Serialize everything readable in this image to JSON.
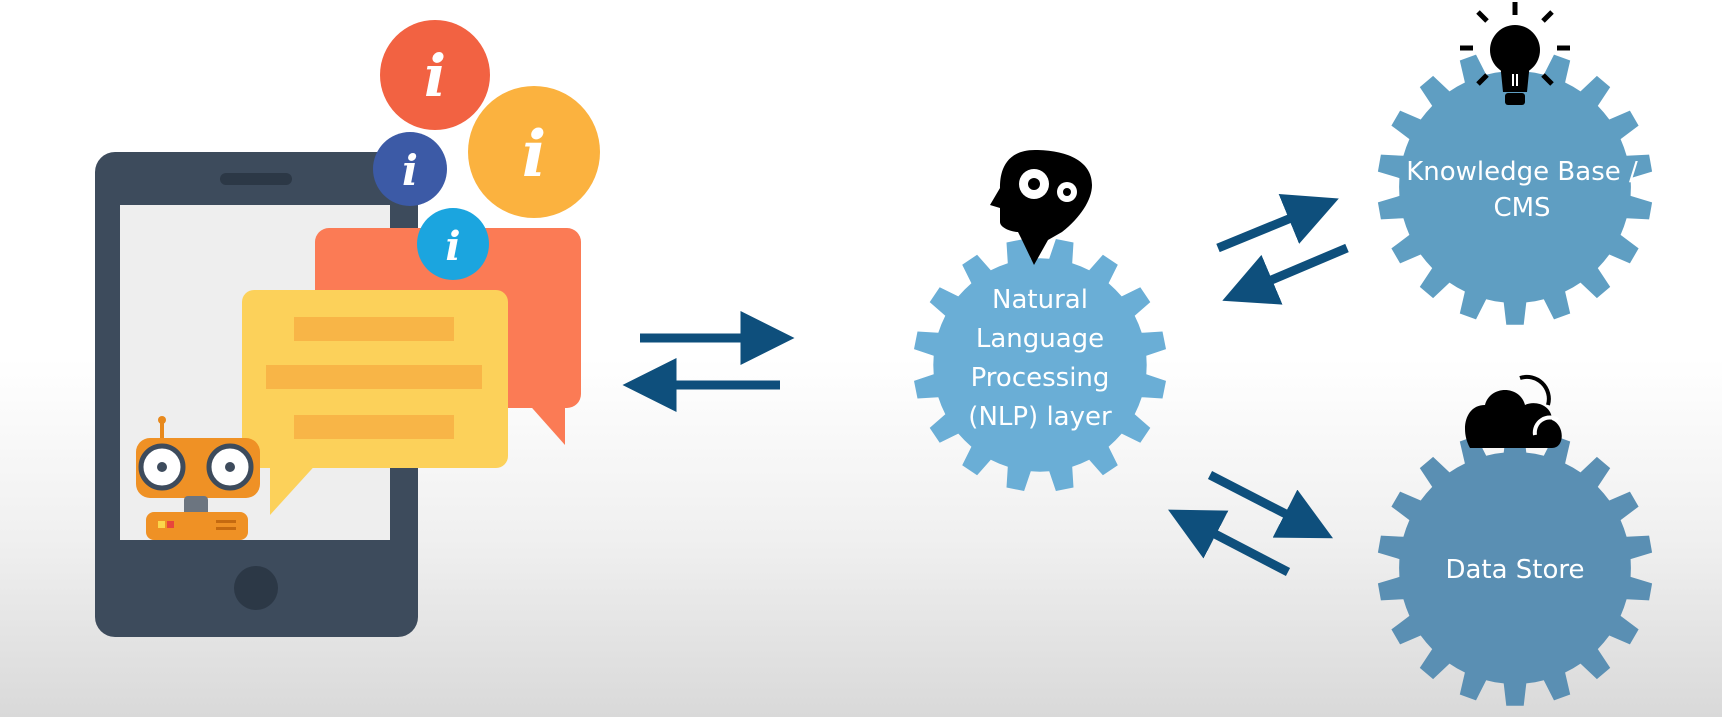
{
  "nodes": {
    "nlp": {
      "lines": [
        "Natural",
        "Language",
        "Processing",
        "(NLP) layer"
      ]
    },
    "knowledge_base": {
      "lines": [
        "Knowledge Base /",
        "CMS"
      ]
    },
    "data_store": {
      "lines": [
        "Data Store"
      ]
    }
  },
  "info_icons": {
    "glyph": "i"
  },
  "colors": {
    "gear_nlp": "#6aaed6",
    "gear_kb": "#5f9ec2",
    "gear_ds": "#5a8fb3",
    "arrow": "#0e4f7c",
    "phone_frame": "#3d4b5c",
    "bubble_yellow": "#fcd15a",
    "bubble_orange": "#fb7b55",
    "info_red": "#f26242",
    "info_orange": "#fbb23f",
    "info_navy": "#3c5aa6",
    "info_cyan": "#1ba5df"
  }
}
